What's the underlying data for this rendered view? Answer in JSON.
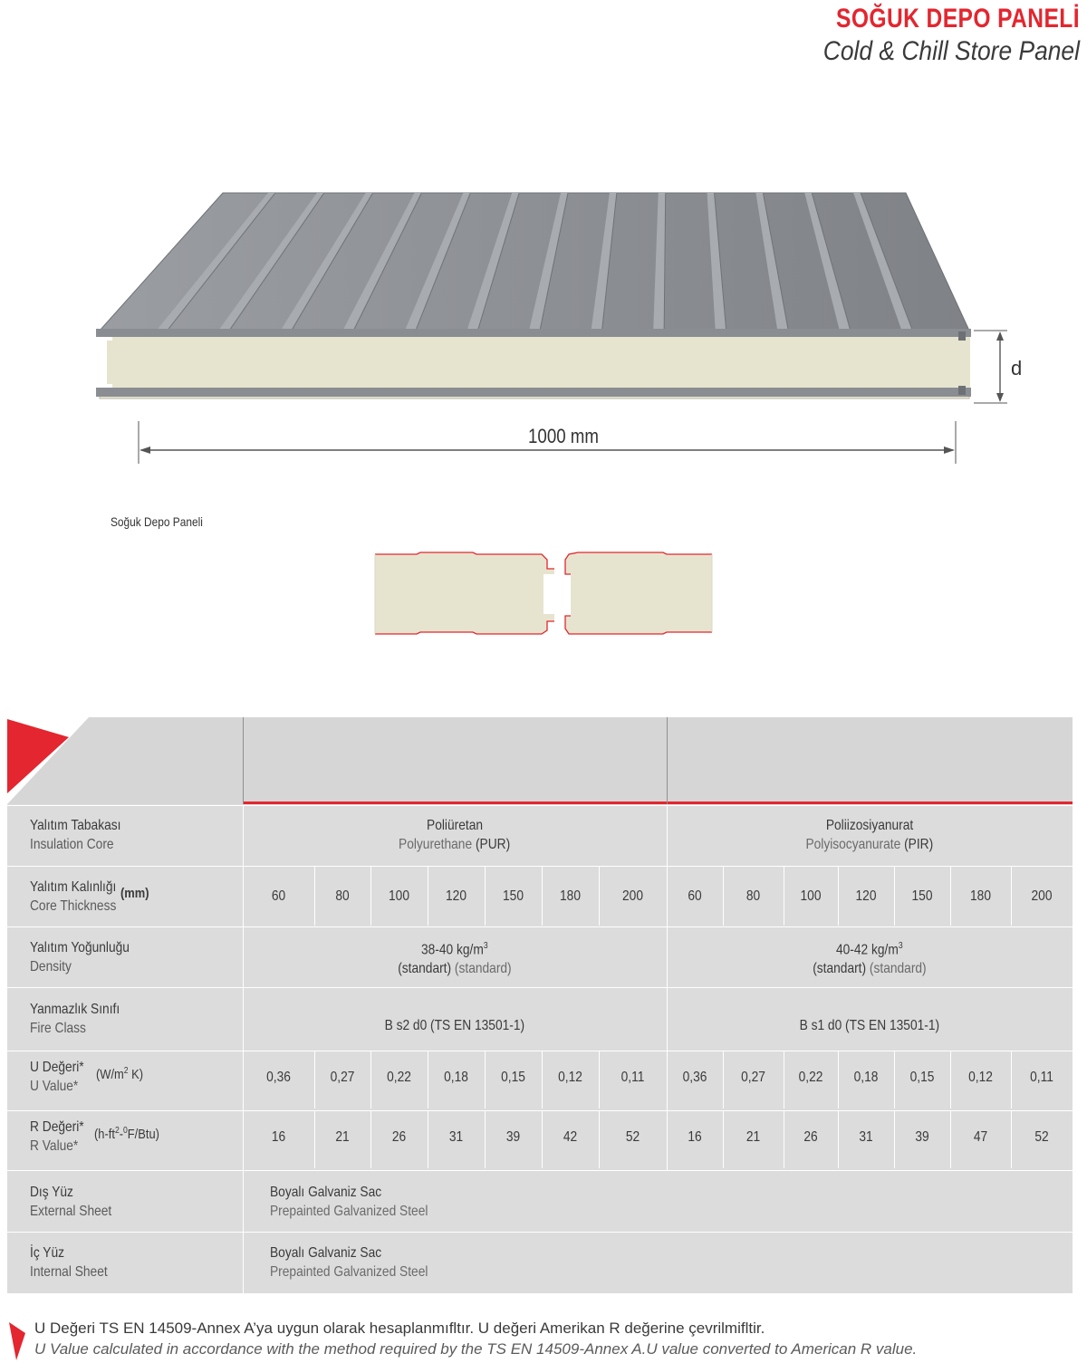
{
  "header": {
    "title_tr": "SOĞUK DEPO PANELİ",
    "title_en": "Cold & Chill Store Panel"
  },
  "drawing": {
    "width_label": "1000 mm",
    "thickness_label": "d"
  },
  "joint_caption": "Soğuk Depo Paneli",
  "colors": {
    "accent_red": "#e3262f",
    "steel_grey": "#8a8d92",
    "core_cream": "#e6e4cf",
    "table_grey": "#dcdcdd"
  },
  "table": {
    "rows": {
      "insulation": {
        "label_tr": "Yalıtım Tabakası",
        "label_en": "Insulation Core",
        "pur_tr": "Poliüretan",
        "pur_en": "Polyurethane",
        "pur_code": "(PUR)",
        "pir_tr": "Poliizosiyanurat",
        "pir_en": "Polyisocyanurate",
        "pir_code": "(PIR)"
      },
      "thickness": {
        "label_tr": "Yalıtım Kalınlığı",
        "label_en": "Core Thickness",
        "unit": "(mm)",
        "pur": [
          "60",
          "80",
          "100",
          "120",
          "150",
          "180",
          "200"
        ],
        "pir": [
          "60",
          "80",
          "100",
          "120",
          "150",
          "180",
          "200"
        ]
      },
      "density": {
        "label_tr": "Yalıtım Yoğunluğu",
        "label_en": "Density",
        "pur_value": "38-40 kg/m",
        "pir_value": "40-42 kg/m",
        "exp": "3",
        "std_tr": "(standart)",
        "std_en": "(standard)"
      },
      "fire": {
        "label_tr": "Yanmazlık Sınıfı",
        "label_en": "Fire Class",
        "pur": "B s2 d0 (TS EN 13501-1)",
        "pir": "B s1 d0 (TS EN 13501-1)"
      },
      "u_value": {
        "label_tr": "U Değeri*",
        "label_en": "U Value*",
        "unit_a": "(W/m",
        "unit_exp": "2",
        "unit_b": " K)",
        "pur": [
          "0,36",
          "0,27",
          "0,22",
          "0,18",
          "0,15",
          "0,12",
          "0,11"
        ],
        "pir": [
          "0,36",
          "0,27",
          "0,22",
          "0,18",
          "0,15",
          "0,12",
          "0,11"
        ]
      },
      "r_value": {
        "label_tr": "R Değeri*",
        "label_en": "R Value*",
        "unit_a": "(h-ft",
        "unit_exp": "2",
        "unit_b": "-",
        "unit_exp2": "0",
        "unit_c": "F/Btu)",
        "pur": [
          "16",
          "21",
          "26",
          "31",
          "39",
          "42",
          "52"
        ],
        "pir": [
          "16",
          "21",
          "26",
          "31",
          "39",
          "47",
          "52"
        ]
      },
      "external": {
        "label_tr": "Dış Yüz",
        "label_en": "External Sheet",
        "value_tr": "Boyalı Galvaniz Sac",
        "value_en": "Prepainted Galvanized Steel"
      },
      "internal": {
        "label_tr": "İç Yüz",
        "label_en": "Internal Sheet",
        "value_tr": "Boyalı Galvaniz Sac",
        "value_en": "Prepainted Galvanized Steel"
      }
    }
  },
  "footnote": {
    "tr": "U Değeri TS EN 14509-Annex A’ya uygun olarak hesaplanmıfltır. U değeri Amerikan R değerine çevrilmifltir.",
    "en": "U Value calculated in accordance with the method required by the TS EN 14509-Annex A.U value converted to American R value."
  }
}
